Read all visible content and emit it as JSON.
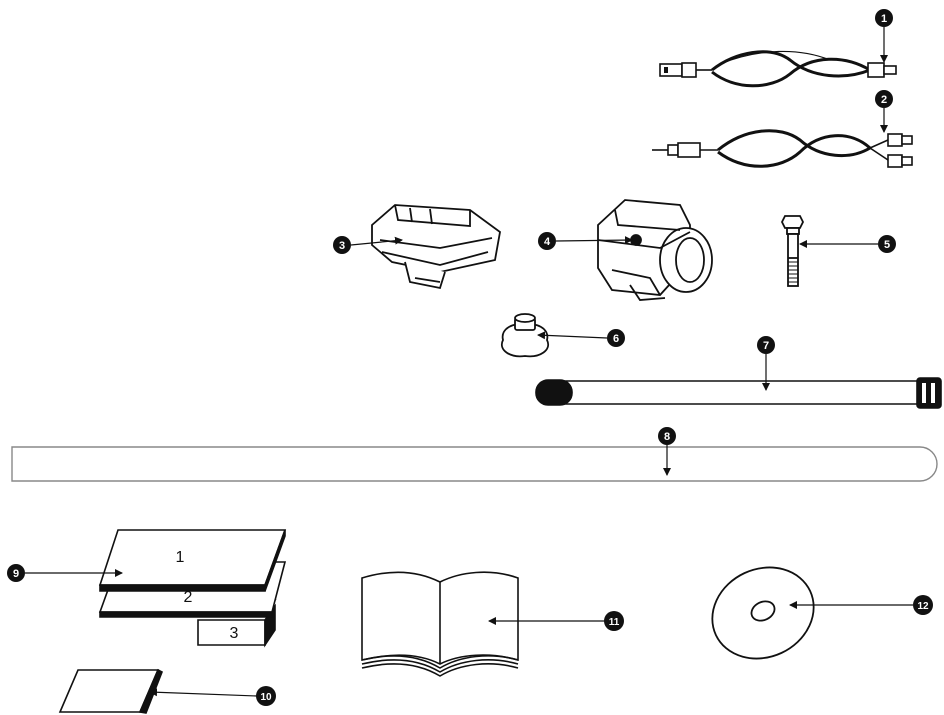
{
  "diagram": {
    "items": [
      {
        "id": "1",
        "name": "usb-cable"
      },
      {
        "id": "2",
        "name": "av-cable"
      },
      {
        "id": "3",
        "name": "flat-mount"
      },
      {
        "id": "4",
        "name": "handlebar-mount"
      },
      {
        "id": "5",
        "name": "screw"
      },
      {
        "id": "6",
        "name": "knob-nut"
      },
      {
        "id": "7",
        "name": "short-strap"
      },
      {
        "id": "8",
        "name": "long-strap"
      },
      {
        "id": "9",
        "name": "adhesive-pads"
      },
      {
        "id": "10",
        "name": "card"
      },
      {
        "id": "11",
        "name": "manual"
      },
      {
        "id": "12",
        "name": "cd"
      }
    ],
    "pad_labels": [
      "1",
      "2",
      "3"
    ]
  },
  "colors": {
    "line": "#111111",
    "callout_fill": "#111111",
    "background": "#ffffff"
  }
}
